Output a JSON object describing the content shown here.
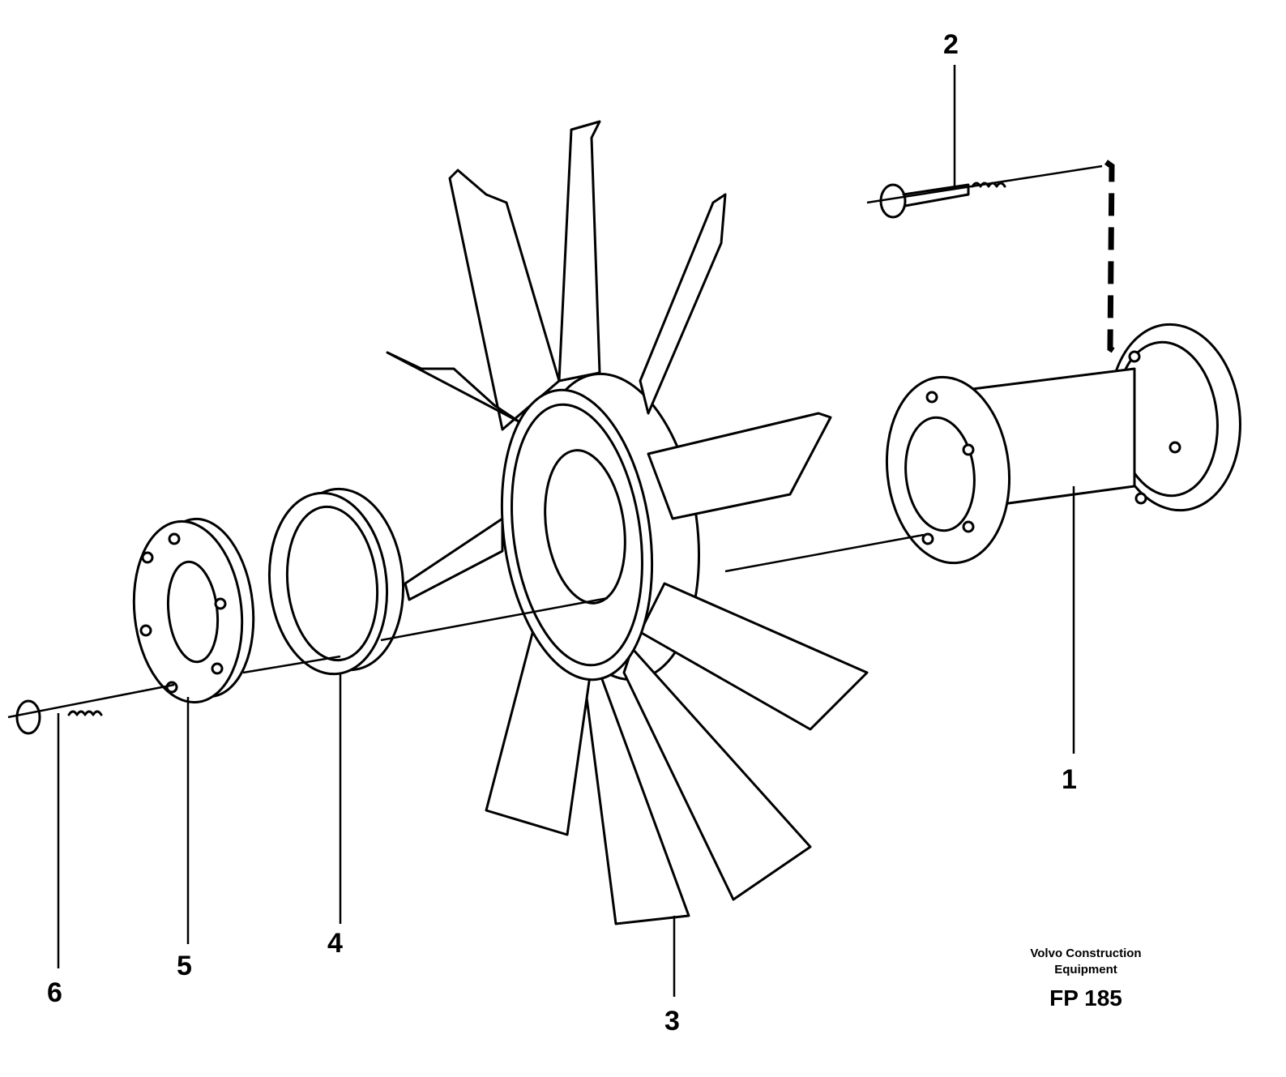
{
  "diagram": {
    "callouts": [
      "1",
      "2",
      "3",
      "4",
      "5",
      "6"
    ],
    "brand_line1": "Volvo Construction",
    "brand_line2": "Equipment",
    "figure_code": "FP 185"
  }
}
